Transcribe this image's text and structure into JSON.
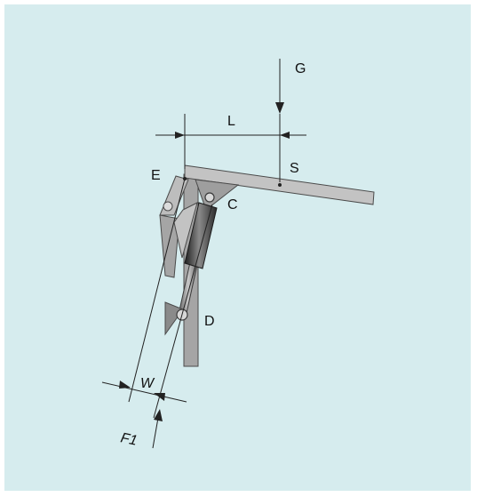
{
  "colors": {
    "background": "#d6ecee",
    "frame": "#ffffff",
    "part_light": "#c3c3c3",
    "part_mid": "#a5a5a5",
    "part_dark": "#8a8a8a",
    "outline": "#4a4a4a",
    "cylinder_dark": "#3a3a3a",
    "line": "#222222"
  },
  "labels": {
    "G": "G",
    "L": "L",
    "S": "S",
    "E": "E",
    "C": "C",
    "D": "D",
    "W": "W",
    "F1": "F1"
  }
}
